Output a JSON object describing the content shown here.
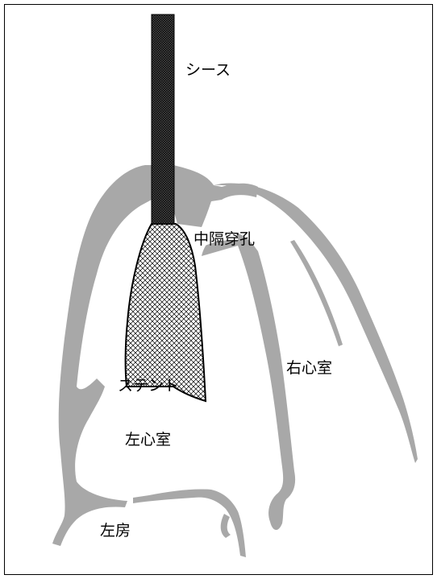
{
  "labels": {
    "sheath": "シース",
    "septal_perforation": "中隔穿孔",
    "stent": "ステント",
    "right_ventricle": "右心室",
    "left_ventricle": "左心室",
    "left_atrium": "左房"
  },
  "colors": {
    "tissue": "#a8a8a8",
    "sheath": "#1a1a1a",
    "outline": "#000000",
    "background": "#ffffff"
  }
}
